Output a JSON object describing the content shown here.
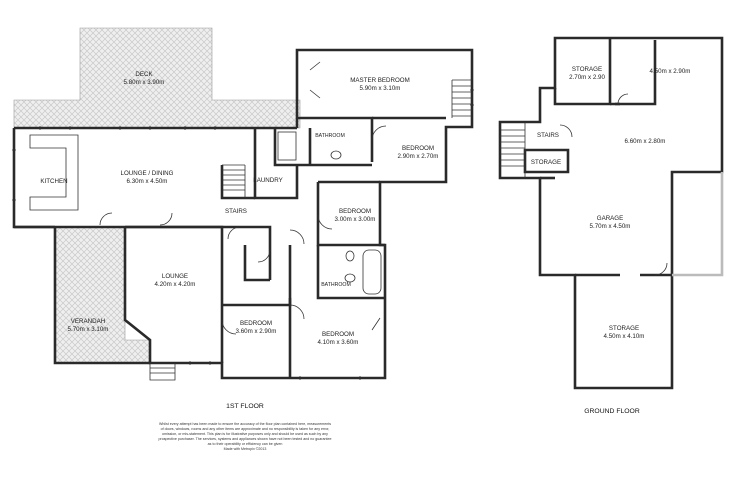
{
  "first_floor": {
    "caption": "1ST FLOOR",
    "rooms": {
      "deck": {
        "name": "DECK",
        "size": "5.80m x 3.90m"
      },
      "master": {
        "name": "MASTER BEDROOM",
        "size": "5.90m x 3.10m"
      },
      "bathroom1": {
        "name": "BATHROOM"
      },
      "bedroom_a": {
        "name": "BEDROOM",
        "size": "2.90m x 2.70m"
      },
      "kitchen": {
        "name": "KITCHEN"
      },
      "lounge_dining": {
        "name": "LOUNGE / DINING",
        "size": "6.30m x 4.50m"
      },
      "laundry": {
        "name": "LAUNDRY"
      },
      "stairs": {
        "name": "STAIRS"
      },
      "bedroom_b": {
        "name": "BEDROOM",
        "size": "3.00m x 3.00m"
      },
      "bathroom2": {
        "name": "BATHROOM"
      },
      "lounge": {
        "name": "LOUNGE",
        "size": "4.20m x 4.20m"
      },
      "verandah": {
        "name": "VERANDAH",
        "size": "5.70m x 3.10m"
      },
      "bedroom_c": {
        "name": "BEDROOM",
        "size": "3.60m x 2.90m"
      },
      "bedroom_d": {
        "name": "BEDROOM",
        "size": "4.10m x 3.60m"
      }
    }
  },
  "ground_floor": {
    "caption": "GROUND FLOOR",
    "rooms": {
      "storage1": {
        "name": "STORAGE",
        "size": "2.70m x 2.90"
      },
      "unnamed1": {
        "size": "4.50m x 2.90m"
      },
      "stairs": {
        "name": "STAIRS"
      },
      "storage2": {
        "name": "STORAGE"
      },
      "unnamed2": {
        "size": "6.60m x 2.80m"
      },
      "garage": {
        "name": "GARAGE",
        "size": "5.70m x 4.50m"
      },
      "storage3": {
        "name": "STORAGE",
        "size": "4.50m x 4.10m"
      }
    }
  },
  "disclaimer": [
    "Whilst every attempt has been made to ensure the accuracy of the floor plan contained here, measurements",
    "of doors, windows, rooms and any other items are approximate and no responsibility is taken for any error,",
    "omission, or mis-statement. This plan is for illustrative purposes only and should be used as such by any",
    "prospective purchaser. The services, systems and appliances shown have not been tested and no guarantee",
    "as to their operability or efficiency can be given",
    "Made with Metropix ©2013"
  ],
  "colors": {
    "wall": "#2a2a2a",
    "hatch": "#d9d9d9",
    "garage_outline": "#bbbbbb"
  }
}
